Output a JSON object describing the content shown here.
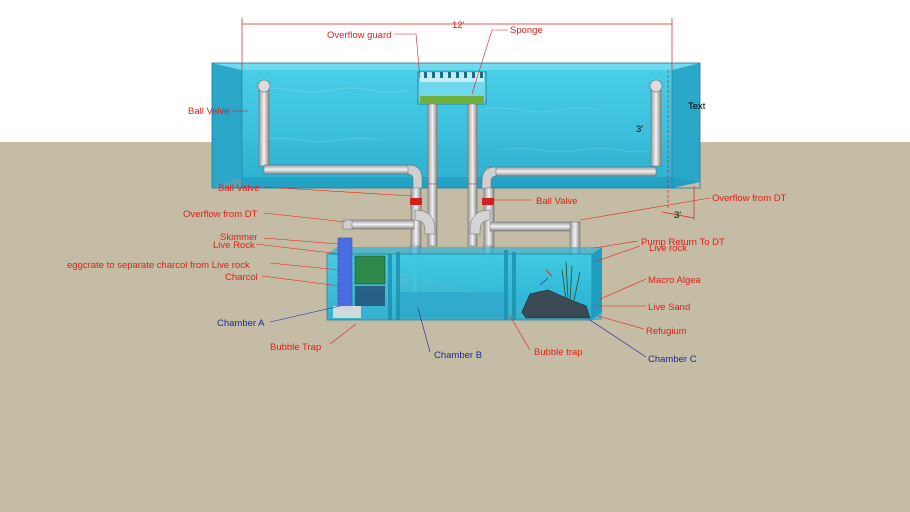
{
  "colors": {
    "sky": "#ffffff",
    "ground": "#c5bca5",
    "water": "#33c3e0",
    "water_dark": "#1c9fc0",
    "pipe": "#d8d8d8",
    "label_red": "#e0201a",
    "label_blue": "#1a2a9a",
    "dimension_red": "#e0201a"
  },
  "dimensions": {
    "length": "12'",
    "height": "3'",
    "depth": "3'"
  },
  "annotations": {
    "overflow_guard": "Overflow guard",
    "sponge": "Sponge",
    "ball_valve_tank": "Ball Valve",
    "text_marker": "Text",
    "ball_valve_left": "Ball Valve",
    "ball_valve_right": "Ball Valve",
    "overflow_from_dt_left": "Overflow from DT",
    "overflow_from_dt_right": "Overflow from DT",
    "skimmer": "Skimmer",
    "live_rock_left": "Live Rock",
    "eggcrate": "eggcrate to separate charcol from Live rock",
    "charcol": "Charcol",
    "chamber_a": "Chamber A",
    "bubble_trap_left": "Bubble Trap",
    "chamber_b": "Chamber B",
    "bubble_trap_right": "Bubble trap",
    "chamber_c": "Chamber C",
    "pump_return": "Pump Return To DT",
    "live_rock_right": "Live rock",
    "macro_algea": "Macro Algea",
    "live_sand": "Live Sand",
    "refugium": "Refugium"
  }
}
